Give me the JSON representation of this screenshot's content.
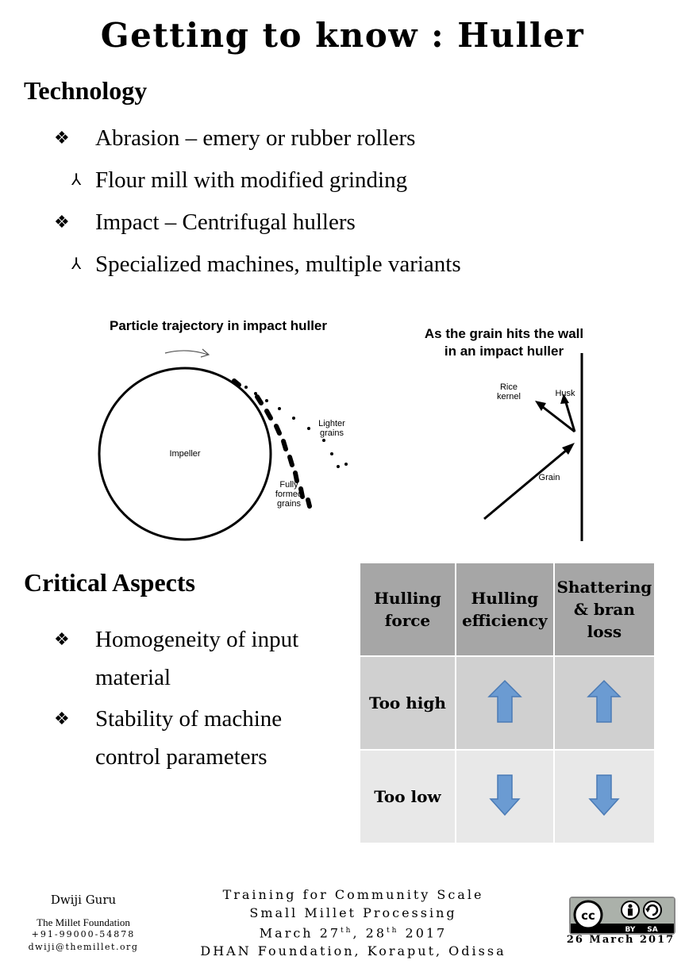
{
  "title": "Getting to know : Huller",
  "technology": {
    "heading": "Technology",
    "items": [
      {
        "level": 1,
        "text": "Abrasion – emery or rubber rollers"
      },
      {
        "level": 2,
        "text": "Flour mill with modified grinding"
      },
      {
        "level": 1,
        "text": "Impact – Centrifugal hullers"
      },
      {
        "level": 2,
        "text": "Specialized machines, multiple variants"
      }
    ]
  },
  "diagram_left": {
    "title": "Particle trajectory in impact huller",
    "impeller": "Impeller",
    "lighter": [
      "Lighter",
      "grains"
    ],
    "fully": [
      "Fully",
      "formed",
      "grains"
    ]
  },
  "diagram_right": {
    "title_line1": "As the grain hits the wall",
    "title_line2": "in an impact huller",
    "rice": [
      "Rice",
      "kernel"
    ],
    "husk": "Husk",
    "grain": "Grain"
  },
  "critical": {
    "heading": "Critical Aspects",
    "items": [
      [
        "Homogeneity of input",
        "material"
      ],
      [
        "Stability of machine",
        "control parameters"
      ]
    ]
  },
  "table": {
    "headers": [
      [
        "Hulling",
        "force"
      ],
      [
        "Hulling",
        "efficiency"
      ],
      [
        "Shattering",
        "& bran",
        "loss"
      ]
    ],
    "rows": [
      {
        "label": "Too high",
        "efficiency": "up-arrow",
        "loss": "up-arrow"
      },
      {
        "label": "Too low",
        "efficiency": "down-arrow",
        "loss": "down-arrow"
      }
    ],
    "arrow_color": "#6b9bd2",
    "header_bg": "#a6a6a6"
  },
  "footer": {
    "author": "Dwiji Guru",
    "org": "The Millet Foundation",
    "phone": "+91-99000-54878",
    "email": "dwiji@themillet.org",
    "center": [
      "Training for Community Scale",
      "Small Millet Processing",
      "DHAN Foundation, Koraput, Odissa"
    ],
    "date_main": "March 27",
    "date_sup1": "th",
    "date_mid": ", 28",
    "date_sup2": "th",
    "date_year": " 2017",
    "license": {
      "cc": "cc",
      "by": "BY",
      "sa": "SA"
    },
    "date": "26 March 2017"
  }
}
